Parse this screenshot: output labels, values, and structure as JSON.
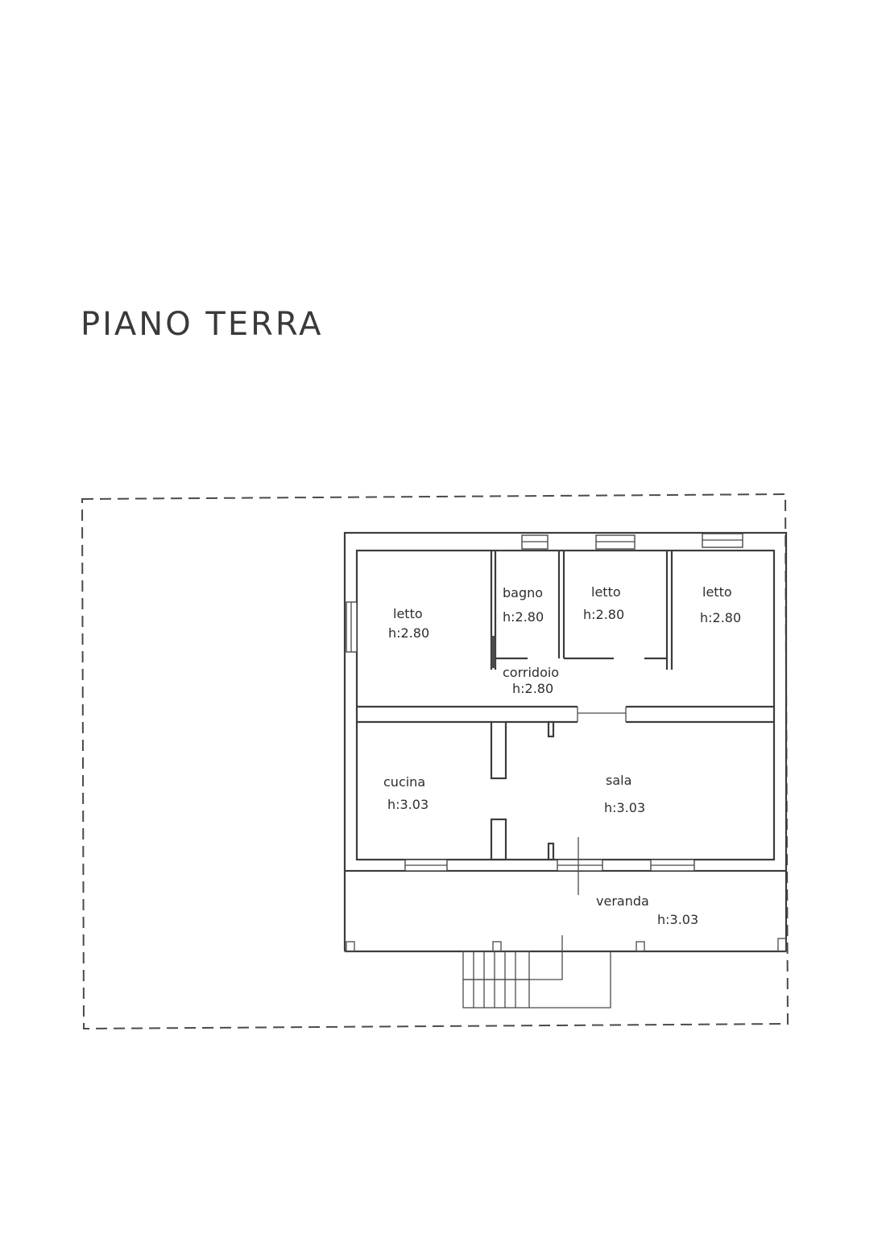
{
  "title": "PIANO TERRA",
  "rooms": [
    {
      "id": "letto-1",
      "name": "letto",
      "height": "h:2.80"
    },
    {
      "id": "bagno",
      "name": "bagno",
      "height": "h:2.80"
    },
    {
      "id": "letto-2",
      "name": "letto",
      "height": "h:2.80"
    },
    {
      "id": "letto-3",
      "name": "letto",
      "height": "h:2.80"
    },
    {
      "id": "corridoio",
      "name": "corridoio",
      "height": "h:2.80"
    },
    {
      "id": "cucina",
      "name": "cucina",
      "height": "h:3.03"
    },
    {
      "id": "sala",
      "name": "sala",
      "height": "h:3.03"
    },
    {
      "id": "veranda",
      "name": "veranda",
      "height": "h:3.03"
    }
  ],
  "colors": {
    "ink": "#3c3c3c",
    "paper": "#ffffff"
  }
}
